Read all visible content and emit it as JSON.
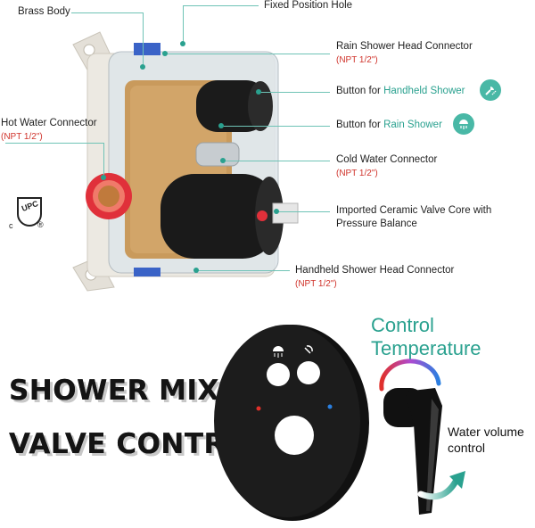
{
  "callouts": {
    "brass_body": "Brass Body",
    "fixed_hole": "Fixed Position Hole",
    "rain_connector": "Rain Shower Head Connector",
    "rain_connector_spec": "(NPT 1/2\")",
    "btn_handheld_prefix": "Button for ",
    "btn_handheld_highlight": "Handheld Shower",
    "btn_rain_prefix": "Button for ",
    "btn_rain_highlight": "Rain Shower",
    "hot_connector": "Hot Water Connector",
    "hot_connector_spec": "(NPT 1/2\")",
    "cold_connector": "Cold Water Connector",
    "cold_connector_spec": "(NPT 1/2\")",
    "valve_core_line1": "Imported Ceramic Valve Core with",
    "valve_core_line2": "Pressure Balance",
    "handheld_connector": "Handheld Shower Head Connector",
    "handheld_connector_spec": "(NPT 1/2\")"
  },
  "cert": {
    "mark": "UPC",
    "c": "c",
    "r": "®"
  },
  "headline": {
    "line1": "SHOWER MIXER",
    "line2": "VALVE CONTROL"
  },
  "control": {
    "line1": "Control",
    "line2": "Temperature"
  },
  "water_volume": {
    "line1": "Water volume",
    "line2": "control"
  },
  "colors": {
    "accent": "#2aa18f",
    "spec_red": "#d0342c",
    "hot": "#e0302a",
    "cold": "#2a7fe0"
  },
  "icons": [
    "handheld-shower-icon",
    "rain-shower-icon",
    "upc-certification-icon"
  ]
}
